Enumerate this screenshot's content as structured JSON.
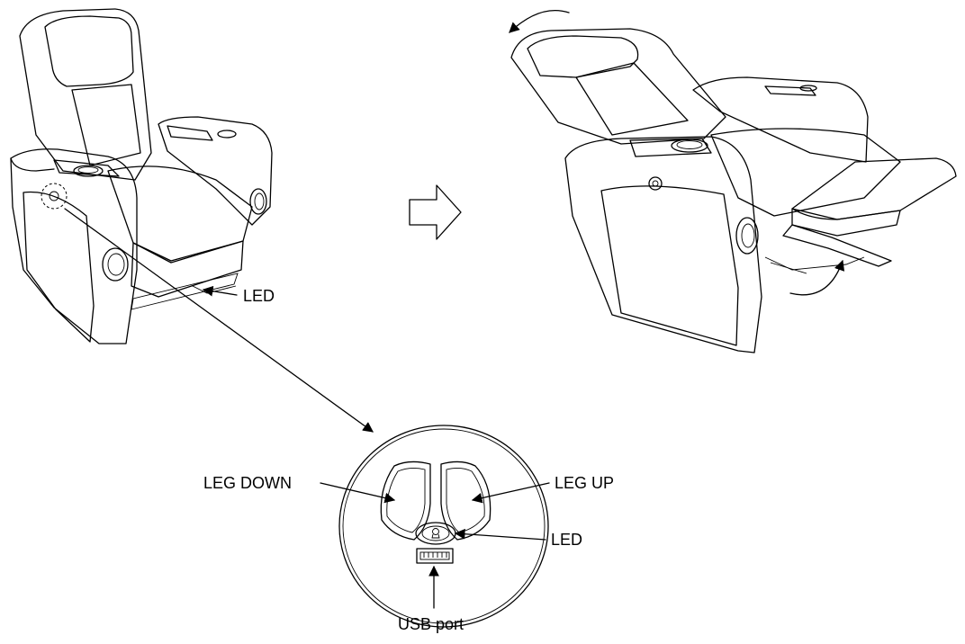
{
  "labels": {
    "led_floor": "LED",
    "leg_down": "LEG DOWN",
    "leg_up": "LEG UP",
    "led_button": "LED",
    "usb_port": "USB port"
  }
}
